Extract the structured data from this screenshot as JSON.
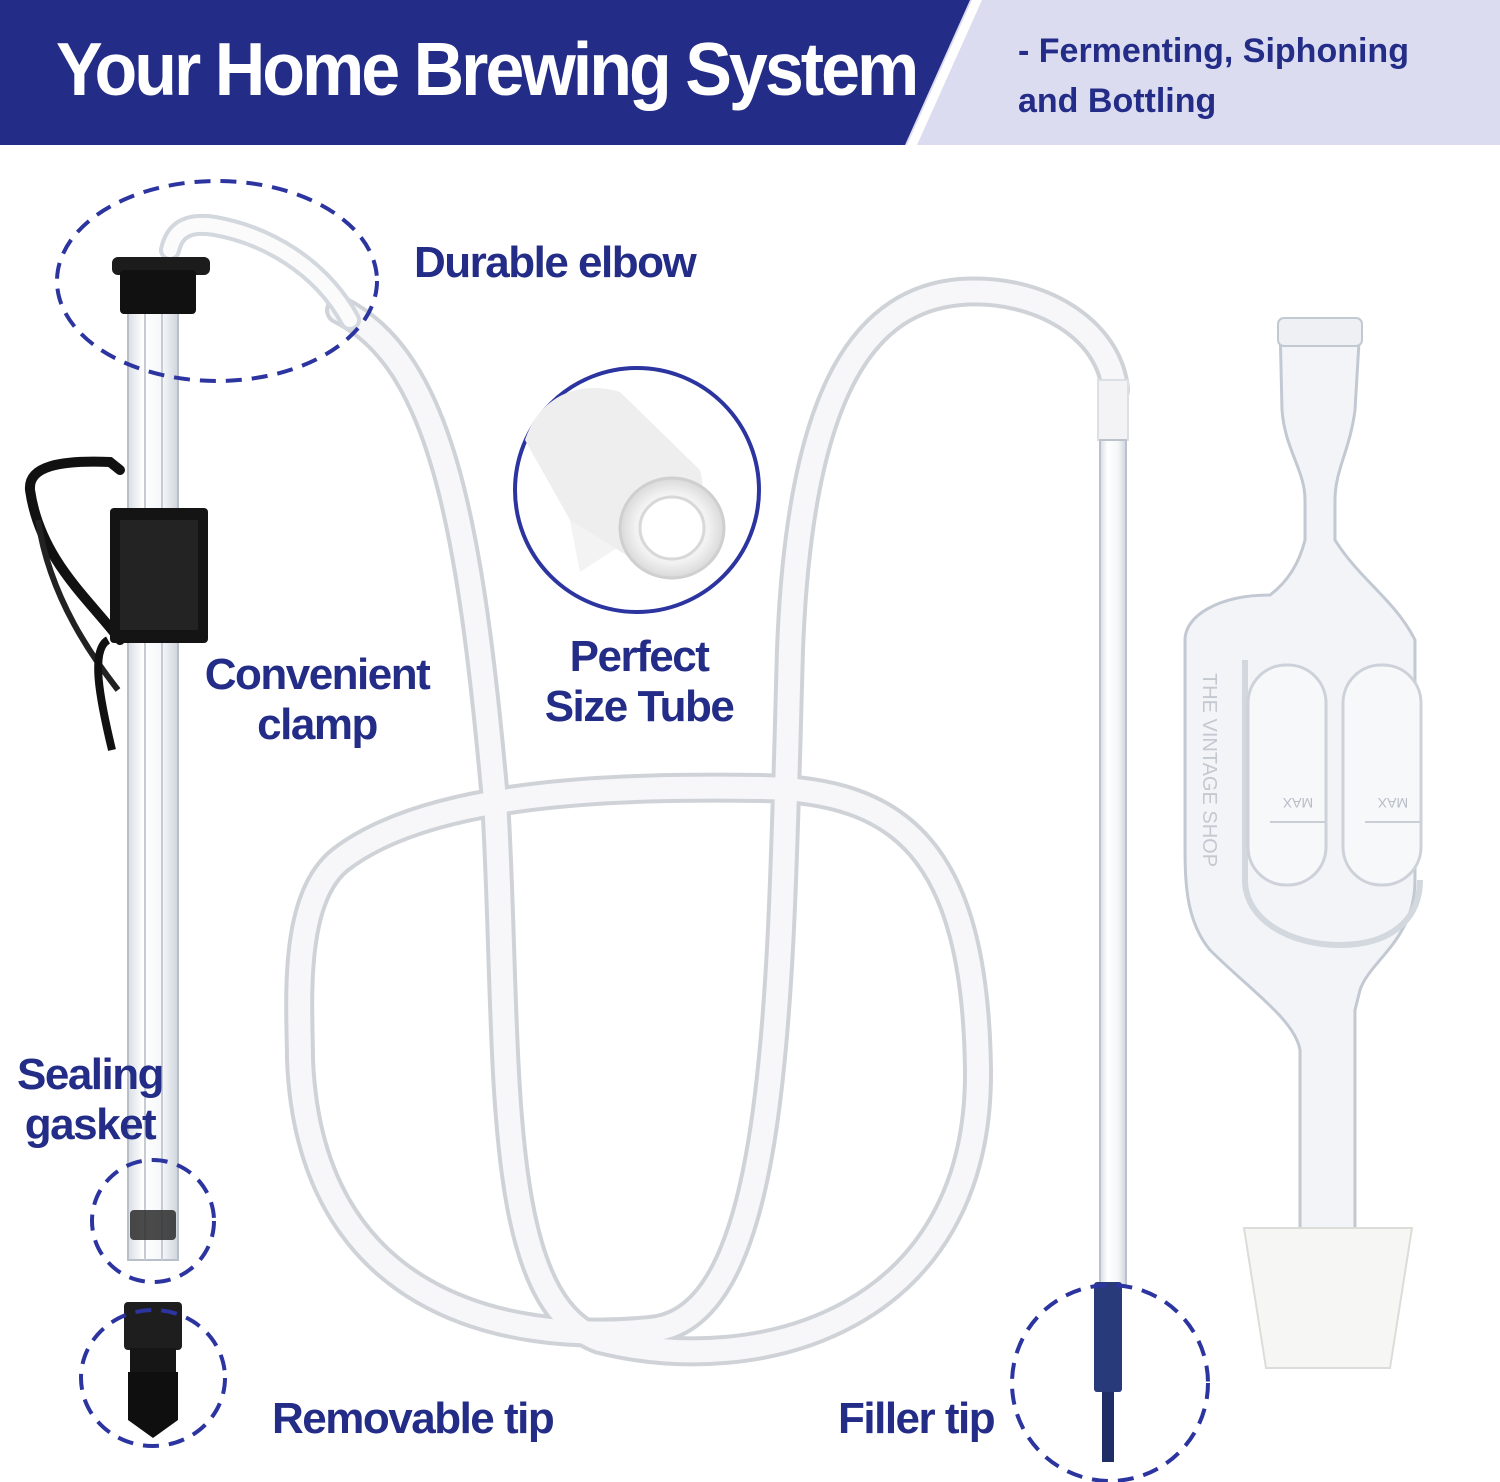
{
  "header": {
    "title": "Your Home Brewing System",
    "subtitle": "- Fermenting, Siphoning and Bottling",
    "colors": {
      "banner": "#232c86",
      "panel": "#dcdcf0"
    }
  },
  "callouts": {
    "elbow": "Durable elbow",
    "clamp_line1": "Convenient",
    "clamp_line2": "clamp",
    "tube_line1": "Perfect",
    "tube_line2": "Size Tube",
    "gasket_line1": "Sealing",
    "gasket_line2": "gasket",
    "tip": "Removable tip",
    "filler": "Filler tip"
  },
  "airlock": {
    "embossed_text": "THE VINTAGE SHOP",
    "mark_left": "MAX",
    "mark_right": "MAX"
  },
  "colors": {
    "text": "#232c86",
    "dashed_circle": "#2c34a0"
  }
}
